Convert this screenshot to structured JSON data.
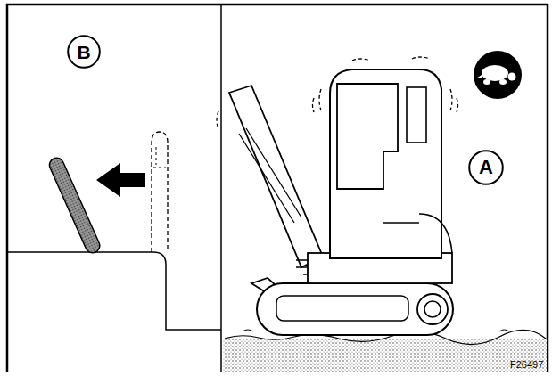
{
  "diagram": {
    "nodes": [
      {
        "text": [
          "B"
        ]
      },
      {
        "text": [
          "A"
        ]
      }
    ],
    "labels": [
      "F26497"
    ]
  }
}
